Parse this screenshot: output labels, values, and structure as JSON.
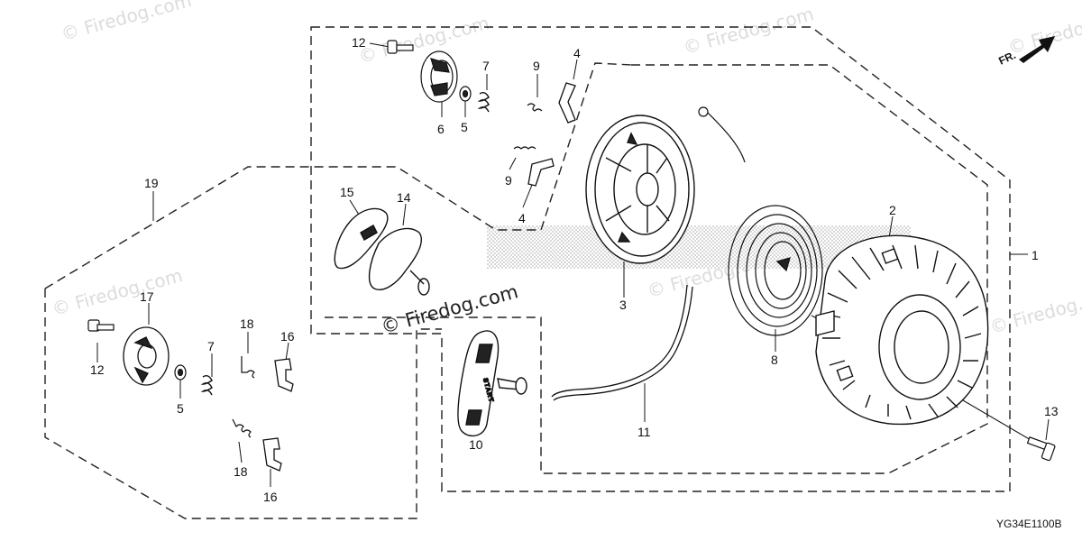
{
  "diagram": {
    "code": "YG34E1100B",
    "direction_label": "FR.",
    "start_label": "START",
    "watermark": "© Firedog.com",
    "callouts": {
      "c1": "1",
      "c2": "2",
      "c3": "3",
      "c4a": "4",
      "c4b": "4",
      "c5a": "5",
      "c5b": "5",
      "c6": "6",
      "c7a": "7",
      "c7b": "7",
      "c8": "8",
      "c9a": "9",
      "c9b": "9",
      "c10": "10",
      "c11": "11",
      "c12a": "12",
      "c12b": "12",
      "c13": "13",
      "c14": "14",
      "c15": "15",
      "c16a": "16",
      "c16b": "16",
      "c17": "17",
      "c18a": "18",
      "c18b": "18",
      "c19": "19"
    }
  }
}
